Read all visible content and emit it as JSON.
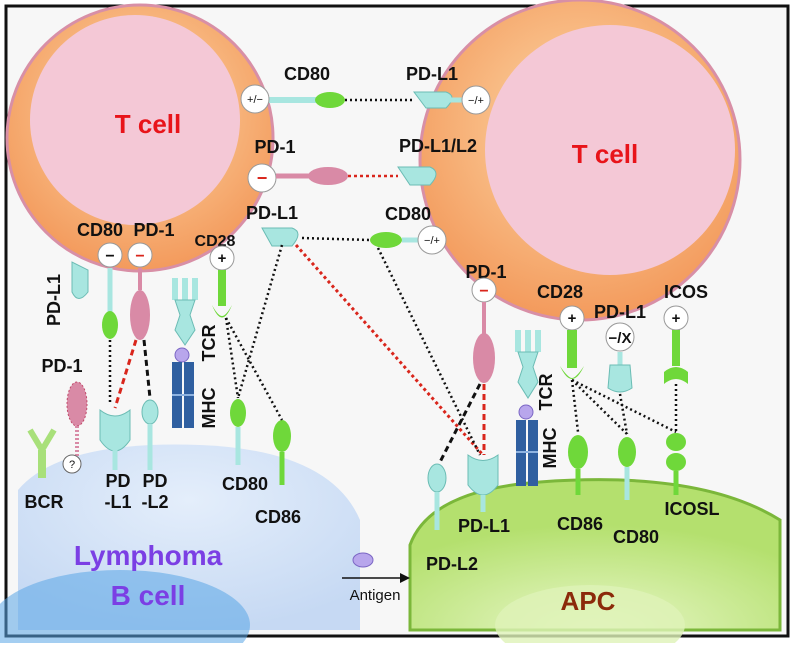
{
  "cells": {
    "t_cell_left": "T cell",
    "t_cell_right": "T cell",
    "lymphoma": "Lymphoma",
    "b_cell": "B cell",
    "apc": "APC"
  },
  "antigen": "Antigen",
  "labels": {
    "cd80_top": "CD80",
    "pdl1_top": "PD-L1",
    "pd1_mid": "PD-1",
    "pdl1l2": "PD-L1/L2",
    "pdl1_left_cell": "PD-L1",
    "cd80_right_cell": "CD80",
    "cd80_left_bottom": "CD80",
    "pd1_left_bottom": "PD-1",
    "cd28_left": "CD28",
    "pdl1_vertical": "PD-L1",
    "tcr_left": "TCR",
    "mhc_left": "MHC",
    "pd1_lymphoma": "PD-1",
    "bcr": "BCR",
    "pd_l1_a": "PD",
    "pd_l1_b": "-L1",
    "pd_l2_a": "PD",
    "pd_l2_b": "-L2",
    "cd80_lymphoma": "CD80",
    "cd86_lymphoma": "CD86",
    "pd1_right": "PD-1",
    "cd28_right": "CD28",
    "pdl1_right": "PD-L1",
    "icos": "ICOS",
    "tcr_right": "TCR",
    "mhc_right": "MHC",
    "pdl2_apc": "PD-L2",
    "pdl1_apc": "PD-L1",
    "cd86_apc": "CD86",
    "cd80_apc": "CD80",
    "icosl": "ICOSL"
  },
  "signs": {
    "cd80_top_sign": "+/−",
    "pdl1_top_sign": "−/+",
    "pd1_mid_sign": "−",
    "cd80_right_sign": "−/+",
    "cd80_left_sign": "−",
    "pd1_left_sign": "−",
    "cd28_left_sign": "+",
    "pd1_right_sign": "−",
    "cd28_right_sign": "+",
    "pdl1_right_sign": "−/X",
    "icos_sign": "+",
    "question": "?"
  },
  "colors": {
    "t_cell_outer": "#f9a86a",
    "t_cell_inner": "#f4c8d6",
    "t_cell_label": "#e8141a",
    "lymphoma_fill": "#cfe0f6",
    "lymphoma_label": "#7b3fe4",
    "apc_fill": "#b9e37a",
    "apc_label": "#8b2a0a",
    "receptor_teal": "#a8e6e0",
    "receptor_green": "#6fd83a",
    "pd1_pink": "#d98aa6",
    "mhc_blue": "#2f5fa0",
    "inhibit_red": "#d9261c"
  }
}
